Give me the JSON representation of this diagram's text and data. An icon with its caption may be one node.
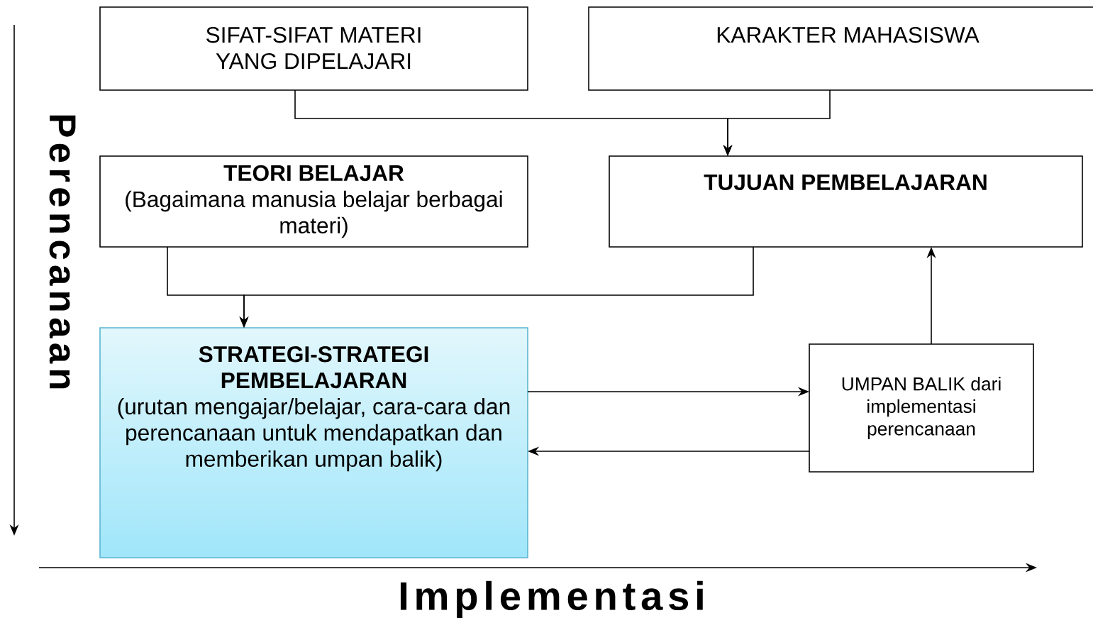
{
  "diagram": {
    "nodes": [
      {
        "text": [
          "SIFAT-SIFAT MATERI YANG DIPELAJARI"
        ]
      },
      {
        "text": [
          "KARAKTER MAHASISWA"
        ]
      },
      {
        "text": [
          "TEORI BELAJAR",
          "(Bagaimana manusia belajar berbagai materi)"
        ]
      },
      {
        "text": [
          "TUJUAN PEMBELAJARAN"
        ]
      },
      {
        "text": [
          "STRATEGI-STRATEGI PEMBELAJARAN",
          "(urutan mengajar/belajar, cara-cara dan perencanaan untuk mendapatkan dan memberikan umpan balik)"
        ]
      },
      {
        "text": [
          "UMPAN BALIK dari implementasi perencanaan"
        ]
      }
    ],
    "edges": [
      {
        "from": 0,
        "to": 3,
        "arrow": "to"
      },
      {
        "from": 1,
        "to": 3,
        "arrow": "to"
      },
      {
        "from": 2,
        "to": 4,
        "arrow": "to"
      },
      {
        "from": 3,
        "to": 4,
        "arrow": "to"
      },
      {
        "from": 4,
        "to": 5,
        "arrow": "to"
      },
      {
        "from": 5,
        "to": 4,
        "arrow": "to"
      },
      {
        "from": 5,
        "to": 3,
        "arrow": "to"
      }
    ],
    "labels": [
      "Perencanaan",
      "Implementasi"
    ]
  }
}
